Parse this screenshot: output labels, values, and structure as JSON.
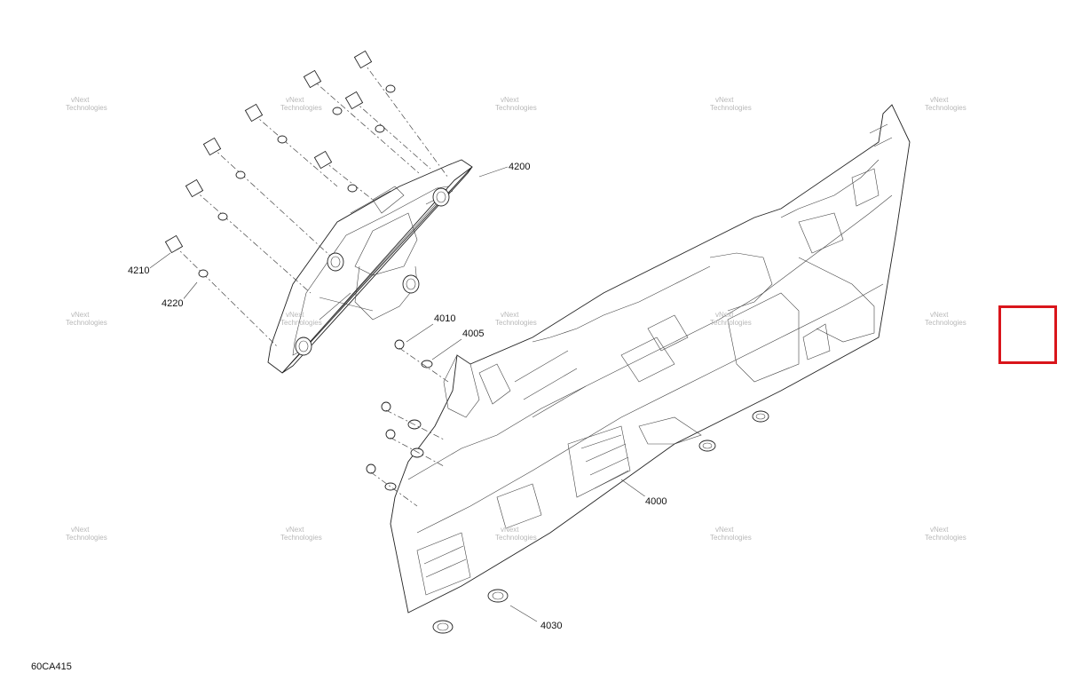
{
  "figure_code": "60CA415",
  "callouts": [
    {
      "id": "4000",
      "text": "4000"
    },
    {
      "id": "4005",
      "text": "4005"
    },
    {
      "id": "4010",
      "text": "4010"
    },
    {
      "id": "4030",
      "text": "4030"
    },
    {
      "id": "4200",
      "text": "4200"
    },
    {
      "id": "4210",
      "text": "4210"
    },
    {
      "id": "4220",
      "text": "4220"
    }
  ],
  "watermark": {
    "line1": "vNext",
    "line2": "Technologies"
  },
  "colors": {
    "line": "#222222",
    "watermark": "#b8b8b8",
    "highlight": "#d9151b",
    "background": "#ffffff"
  }
}
